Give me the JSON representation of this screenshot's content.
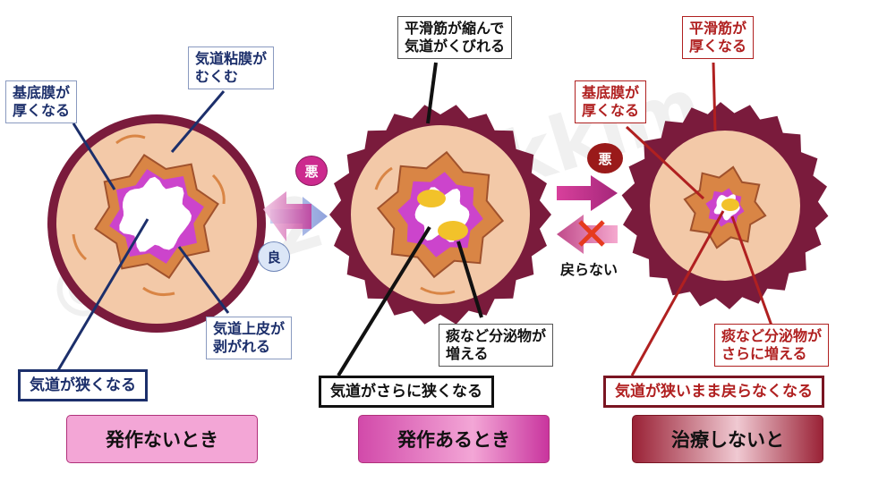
{
  "labels": {
    "basement_membrane": "基底膜が\n厚くなる",
    "mucosa_swelling": "気道粘膜が\nむくむ",
    "epithelium_peeling": "気道上皮が\n剥がれる",
    "airway_narrow": "気道が狭くなる",
    "smooth_muscle_contract": "平滑筋が縮んで\n気道がくびれる",
    "secretion_increase": "痰など分泌物が\n増える",
    "airway_narrower": "気道がさらに狭くなる",
    "smooth_muscle_thick": "平滑筋が\n厚くなる",
    "basement_membrane_2": "基底膜が\n厚くなる",
    "secretion_increase_more": "痰など分泌物が\nさらに増える",
    "airway_not_recover": "気道が狭いまま戻らなくなる"
  },
  "arrows": {
    "worse": "悪",
    "better": "良",
    "worse_2": "悪",
    "no_return": "戻らない"
  },
  "captions": {
    "no_attack": "発作ないとき",
    "attack": "発作あるとき",
    "untreated": "治療しないと"
  },
  "watermark": "©2012 jirjakkim",
  "colors": {
    "wall_dark": "#7a1b3c",
    "mucosa": "#f3c9a8",
    "muscle": "#d98545",
    "basement": "#cc44cc",
    "secretion": "#f2c22a",
    "caption_light": "#f3a6d6",
    "caption_mid": "#c9359e",
    "caption_dark": "#9a2236"
  }
}
